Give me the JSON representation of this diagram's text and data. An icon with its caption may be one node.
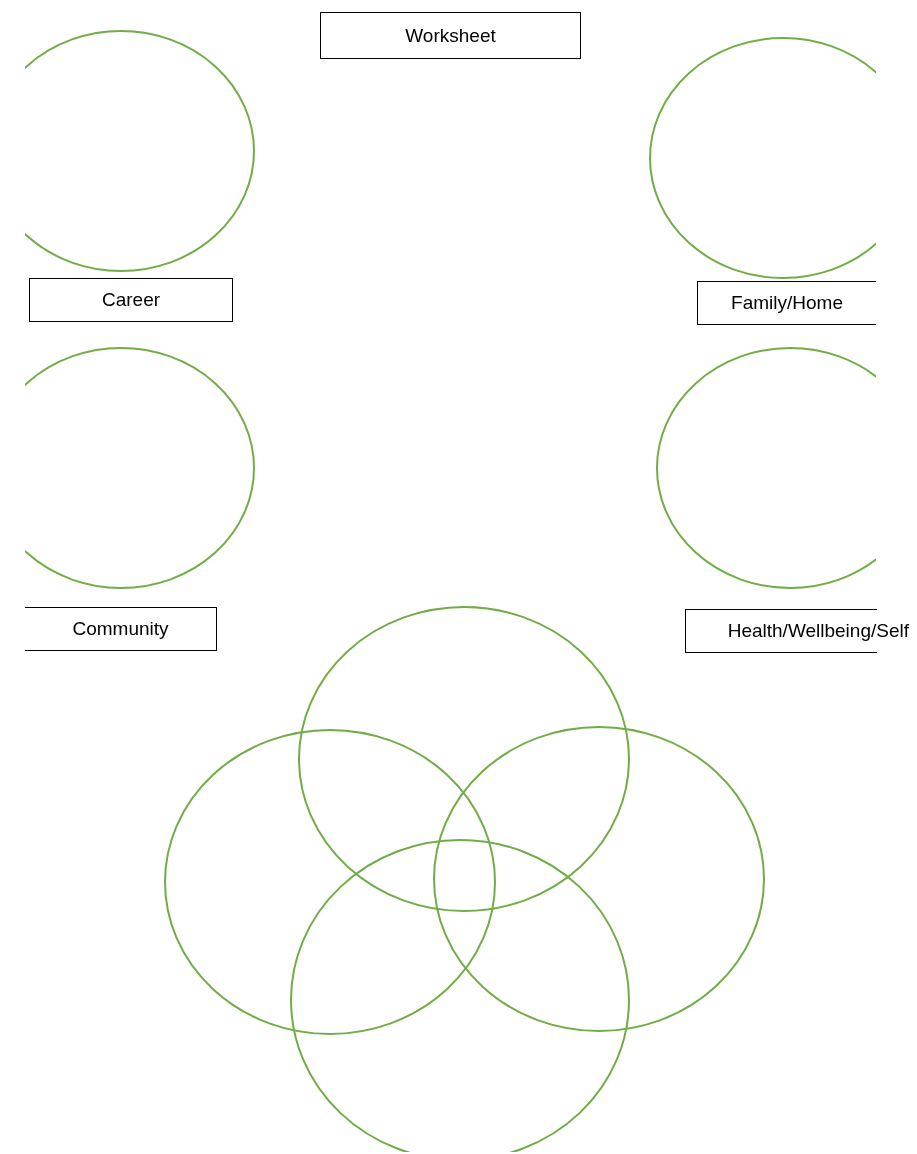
{
  "diagram": {
    "nodes": [
      {
        "text": [
          "Worksheet"
        ]
      },
      {
        "text": [],
        "shape": "circle"
      },
      {
        "text": [],
        "shape": "circle"
      },
      {
        "text": [
          "Career"
        ]
      },
      {
        "text": [
          "Family/Home"
        ]
      },
      {
        "text": [],
        "shape": "circle"
      },
      {
        "text": [],
        "shape": "circle"
      },
      {
        "text": [
          "Community"
        ]
      },
      {
        "text": [
          "Health/Wellbeing/Self"
        ]
      },
      {
        "text": [],
        "shape": "circle"
      },
      {
        "text": [],
        "shape": "circle"
      },
      {
        "text": [],
        "shape": "circle"
      },
      {
        "text": [],
        "shape": "circle"
      }
    ]
  }
}
